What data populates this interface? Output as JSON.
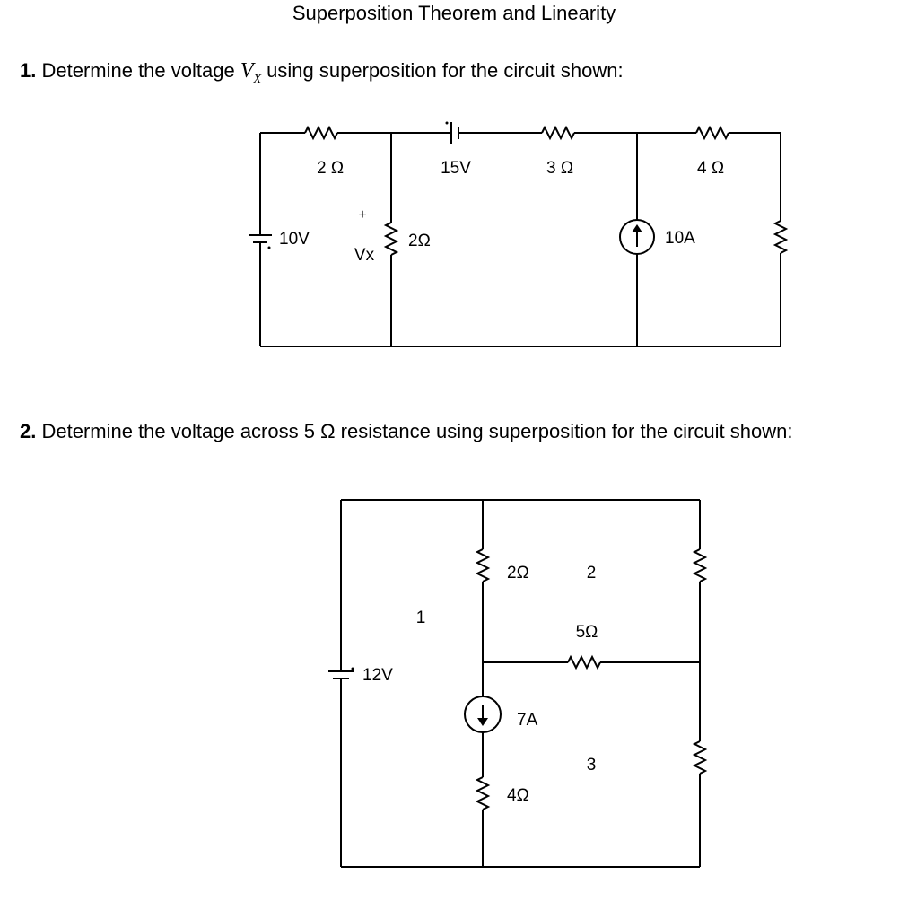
{
  "title": "Superposition Theorem and Linearity",
  "q1": {
    "number": "1.",
    "text_before": " Determine the voltage ",
    "var_main": "V",
    "var_sub": "X",
    "text_after": " using superposition for the circuit shown:",
    "labels": {
      "r_top_left": "2 Ω",
      "v_source_top": "15V",
      "r_top_middle": "3 Ω",
      "r_top_right": "4 Ω",
      "v_source_left": "10V",
      "vx_plus": "+",
      "vx": "Vx",
      "r_middle": "2Ω",
      "i_source": "10A"
    }
  },
  "q2": {
    "number": "2.",
    "text": " Determine the voltage across 5 Ω resistance using superposition for the circuit shown:",
    "labels": {
      "node_1": "1",
      "v_source": "12V",
      "r_upper_middle": "2Ω",
      "node_2": "2",
      "r_five": "5Ω",
      "i_source": "7A",
      "node_3": "3",
      "r_lower_middle": "4Ω"
    }
  }
}
